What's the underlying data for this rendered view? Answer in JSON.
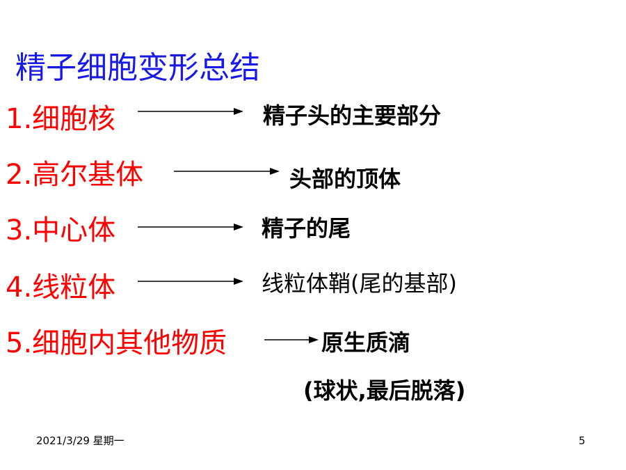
{
  "title": "精子细胞变形总结",
  "colors": {
    "title": "#1a1ae6",
    "item": "#ff0000",
    "result": "#000000"
  },
  "items": [
    {
      "label": "1.细胞核",
      "result": "精子头的主要部分"
    },
    {
      "label": "2.高尔基体",
      "result": "头部的顶体"
    },
    {
      "label": "3.中心体",
      "result": "精子的尾"
    },
    {
      "label": "4.线粒体",
      "result": "线粒体鞘(尾的基部)"
    },
    {
      "label": "5.细胞内其他物质",
      "result": "原生质滴",
      "result_line2": "(球状,最后脱落)"
    }
  ],
  "footer": {
    "date": "2021/3/29 星期一",
    "page": "5"
  }
}
